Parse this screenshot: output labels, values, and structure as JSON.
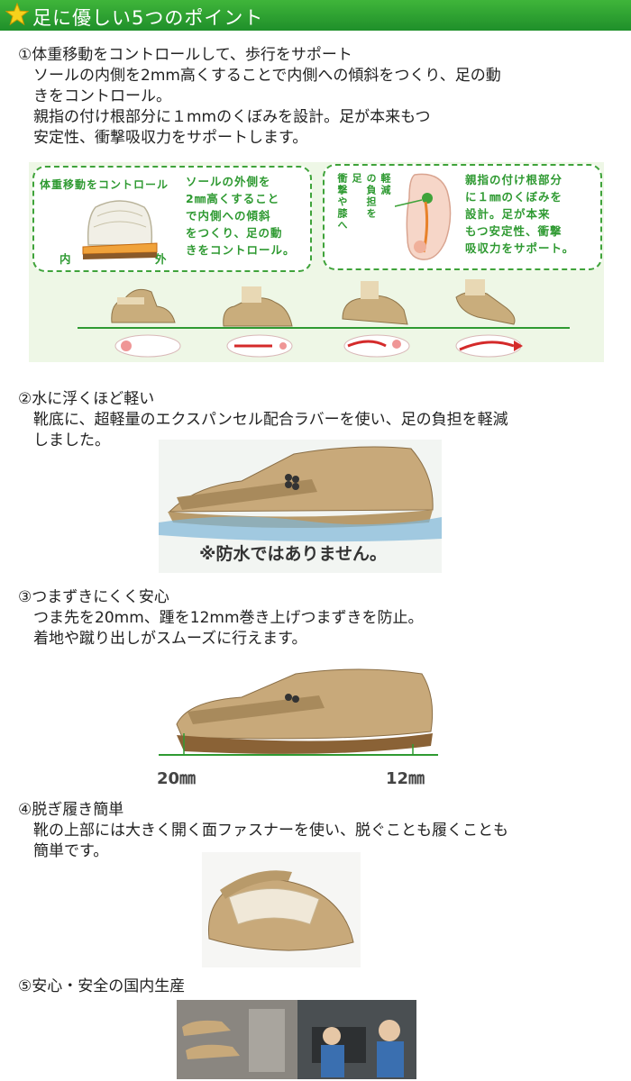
{
  "header": {
    "title": "足に優しい5つのポイント",
    "star_color": "#f6d21c",
    "bg_color": "#2a9b2e"
  },
  "sections": [
    {
      "heading": "①体重移動をコントロールして、歩行をサポート",
      "lines": [
        "ソールの内側を2mm高くすることで内側への傾斜をつくり、足の動",
        "きをコントロール。",
        "親指の付け根部分に１mmのくぼみを設計。足が本来もつ",
        "安定性、衝撃吸収力をサポートします。"
      ]
    },
    {
      "heading": "②水に浮くほど軽い",
      "lines": [
        "靴底に、超軽量のエクスパンセル配合ラバーを使い、足の負担を軽減",
        "しました。"
      ]
    },
    {
      "heading": "③つまずきにくく安心",
      "lines": [
        "つま先を20mm、踵を12mm巻き上げつまずきを防止。",
        "着地や蹴り出しがスムーズに行えます。"
      ]
    },
    {
      "heading": "④脱ぎ履き簡単",
      "lines": [
        "靴の上部には大きく開く面ファスナーを使い、脱ぐことも履くことも",
        "簡単です。"
      ]
    },
    {
      "heading": "⑤安心・安全の国内生産",
      "lines": []
    }
  ],
  "diagram": {
    "box1_title": "体重移動をコントロール",
    "box1_lines": [
      "ソールの外側を",
      "2㎜高くすること",
      "で内側への傾斜",
      "をつくり、足の動",
      "きをコントロール。"
    ],
    "inner_label": "内",
    "outer_label": "外",
    "box2_vertical_cols": [
      "衝撃や膝へ",
      "足",
      "の負担を",
      "軽減"
    ],
    "box2_lines": [
      "親指の付け根部分",
      "に１㎜のくぼみを",
      "設計。足が本来",
      "もつ安定性、衝撃",
      "吸収力をサポート。"
    ]
  },
  "waterproof_note": "※防水ではありません。",
  "toe_height": "20㎜",
  "heel_height": "12㎜"
}
